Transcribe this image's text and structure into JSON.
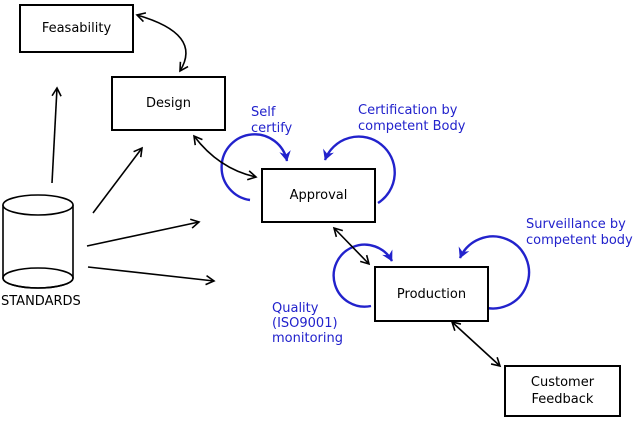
{
  "canvas": {
    "background": "#ffffff",
    "line_color": "#000000",
    "accent_blue": "#2222cc"
  },
  "nodes": {
    "feasability": {
      "label": "Feasability"
    },
    "design": {
      "label": "Design"
    },
    "approval": {
      "label": "Approval"
    },
    "production": {
      "label": "Production"
    },
    "customer_feedback": {
      "label": "Customer\nFeedback"
    },
    "standards": {
      "label": "STANDARDS"
    }
  },
  "annotations": {
    "self_certify": {
      "text": "Self\ncertify"
    },
    "certification": {
      "text": "Certification by\ncompetent Body"
    },
    "surveillance": {
      "text": "Surveillance by\ncompetent body"
    },
    "quality": {
      "text": "Quality\n(ISO9001)\nmonitoring"
    }
  }
}
